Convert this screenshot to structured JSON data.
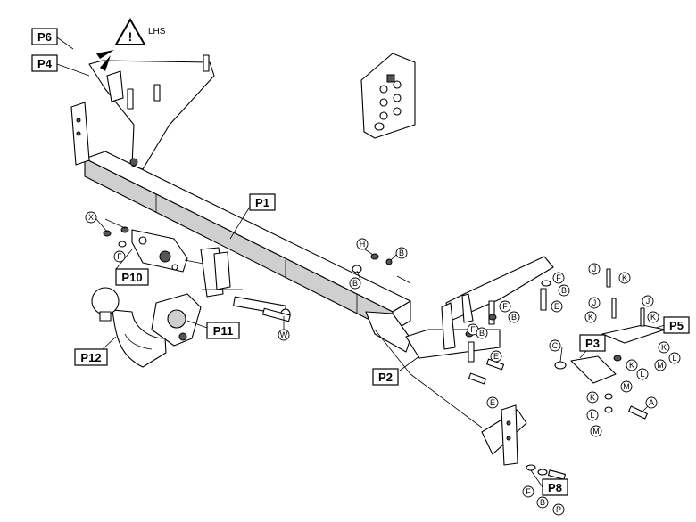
{
  "warning": {
    "icon": "warning-triangle-icon",
    "label": "LHS"
  },
  "part_labels": {
    "p1": "P1",
    "p2": "P2",
    "p3": "P3",
    "p4": "P4",
    "p5": "P5",
    "p6": "P6",
    "p8": "P8",
    "p10": "P10",
    "p11": "P11",
    "p12": "P12"
  },
  "hardware_letters": {
    "a": "A",
    "b": "B",
    "c": "C",
    "e": "E",
    "f": "F",
    "h": "H",
    "j": "J",
    "k": "K",
    "l": "L",
    "m": "M",
    "p": "P",
    "w": "W",
    "x": "X"
  }
}
